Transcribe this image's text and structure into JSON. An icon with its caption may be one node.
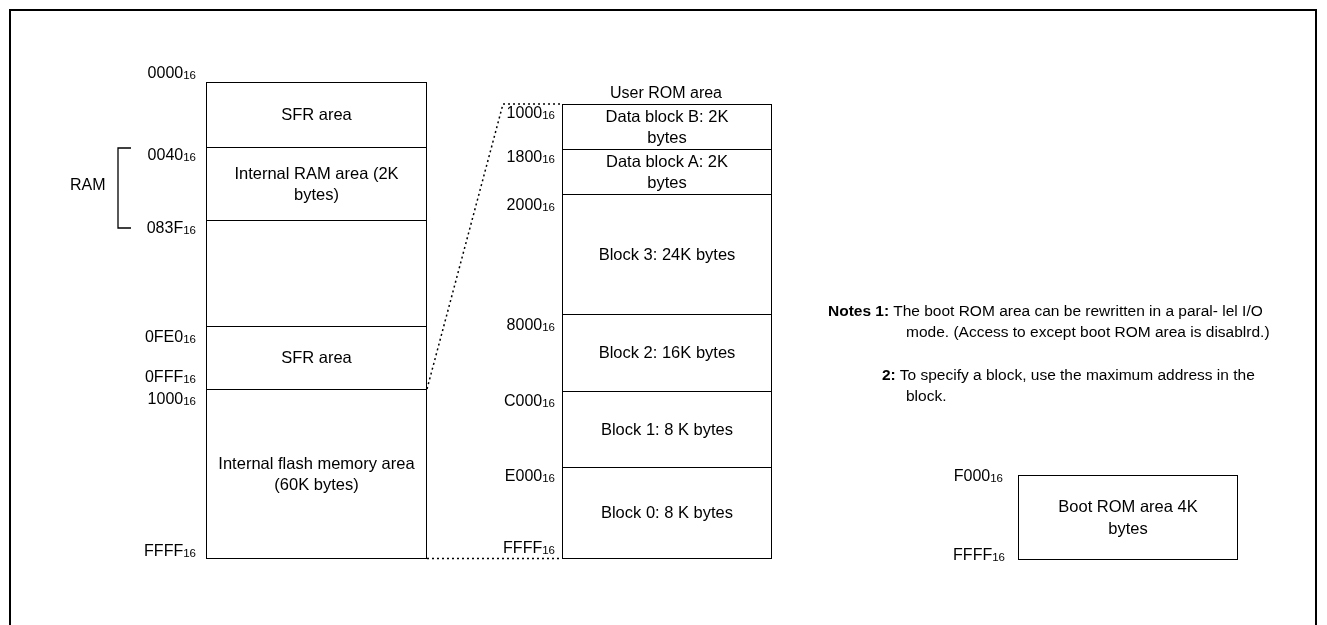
{
  "diagram": {
    "nodes": [
      {
        "text": [
          "SFR area"
        ]
      },
      {
        "text": [
          "Internal RAM area (2K bytes)"
        ]
      },
      {
        "text": [],
        "shape": "box"
      },
      {
        "text": [
          "SFR area"
        ]
      },
      {
        "text": [
          "Internal flash memory area (60K bytes)"
        ]
      },
      {
        "text": [
          "Data block B: 2K bytes"
        ]
      },
      {
        "text": [
          "Data block A: 2K bytes"
        ]
      },
      {
        "text": [
          "Block 3: 24K bytes"
        ]
      },
      {
        "text": [
          "Block 2: 16K bytes"
        ]
      },
      {
        "text": [
          "Block 1: 8 K bytes"
        ]
      },
      {
        "text": [
          "Block 0: 8 K bytes"
        ]
      },
      {
        "text": [
          "Boot ROM area 4K bytes"
        ]
      }
    ],
    "edges": [
      {
        "from": 4,
        "to": 5,
        "arrow": "none",
        "style": "dashed"
      },
      {
        "from": 4,
        "to": 10,
        "arrow": "none",
        "style": "dashed"
      }
    ],
    "labels": [
      "0000$_{16}$",
      "RAM",
      "0040$_{16}$",
      "083F$_{16}$",
      "0FE0$_{16}$",
      "0FFF$_{16}$",
      "1000$_{16}$",
      "FFFF$_{16}$",
      "User ROM area",
      "1000$_{16}$",
      "1800$_{16}$",
      "2000$_{16}$",
      "8000$_{16}$",
      "C000$_{16}$",
      "E000$_{16}$",
      "FFFF$_{16}$",
      "**Notes 1:** The boot ROM area can be rewritten in a paral- lel I/O mode. (Access to except boot ROM area is disablrd.)",
      "**2:** To specify a block, use the maximum address in the block.",
      "F000$_{16}$",
      "FFFF$_{16}$"
    ]
  }
}
